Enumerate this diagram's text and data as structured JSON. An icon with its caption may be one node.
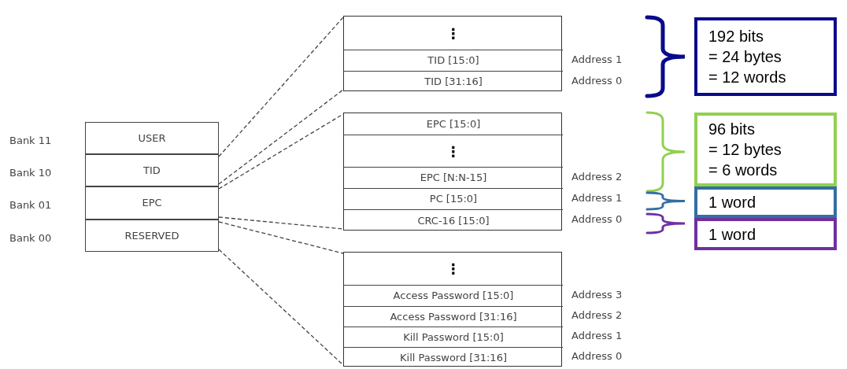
{
  "diagram": {
    "nodes": [
      {
        "text": [
          "USER"
        ],
        "beside": [
          "Bank 11"
        ]
      },
      {
        "text": [
          "TID"
        ],
        "beside": [
          "Bank 10"
        ]
      },
      {
        "text": [
          "EPC"
        ],
        "beside": [
          "Bank 01"
        ]
      },
      {
        "text": [
          "RESERVED"
        ],
        "beside": [
          "Bank 00"
        ]
      },
      {
        "text": [],
        "shape": "box"
      },
      {
        "text": [
          "⋮"
        ],
        "in": 4
      },
      {
        "text": [
          "TID [15:0]"
        ],
        "in": 4,
        "beside": [
          "Address 1"
        ]
      },
      {
        "text": [
          "TID [31:16]"
        ],
        "in": 4,
        "beside": [
          "Address 0"
        ]
      },
      {
        "text": [],
        "shape": "box"
      },
      {
        "text": [
          "EPC [15:0]"
        ],
        "in": 8
      },
      {
        "text": [
          "⋮"
        ],
        "in": 8
      },
      {
        "text": [
          "EPC [N:N-15]"
        ],
        "in": 8,
        "beside": [
          "Address 2"
        ]
      },
      {
        "text": [
          "PC [15:0]"
        ],
        "in": 8,
        "beside": [
          "Address 1"
        ]
      },
      {
        "text": [
          "CRC-16 [15:0]"
        ],
        "in": 8,
        "beside": [
          "Address 0"
        ]
      },
      {
        "text": [],
        "shape": "box"
      },
      {
        "text": [
          "⋮"
        ],
        "in": 14
      },
      {
        "text": [
          "Access Password [15:0]"
        ],
        "in": 14,
        "beside": [
          "Address 3"
        ]
      },
      {
        "text": [
          "Access Password [31:16]"
        ],
        "in": 14,
        "beside": [
          "Address 2"
        ]
      },
      {
        "text": [
          "Kill Password [15:0]"
        ],
        "in": 14,
        "beside": [
          "Address 1"
        ]
      },
      {
        "text": [
          "Kill Password [31:16]"
        ],
        "in": 14,
        "beside": [
          "Address 0"
        ]
      },
      {
        "text": [
          "192 bits",
          "= 24 bytes",
          "= 12 words"
        ]
      },
      {
        "text": [
          "96 bits",
          "= 12 bytes",
          "= 6 words"
        ]
      },
      {
        "text": [
          "1 word"
        ]
      },
      {
        "text": [
          "1 word"
        ]
      }
    ],
    "edges": [
      {
        "from": 1,
        "to": 4,
        "arrow": "none",
        "style": "dashed"
      },
      {
        "from": 1,
        "to": 7,
        "arrow": "none",
        "style": "dashed"
      },
      {
        "from": 2,
        "to": 8,
        "arrow": "none",
        "style": "dashed"
      },
      {
        "from": 2,
        "to": 13,
        "arrow": "none",
        "style": "dashed"
      },
      {
        "from": 3,
        "to": 14,
        "arrow": "none",
        "style": "dashed"
      },
      {
        "from": 3,
        "to": 19,
        "arrow": "none",
        "style": "dashed"
      }
    ]
  }
}
